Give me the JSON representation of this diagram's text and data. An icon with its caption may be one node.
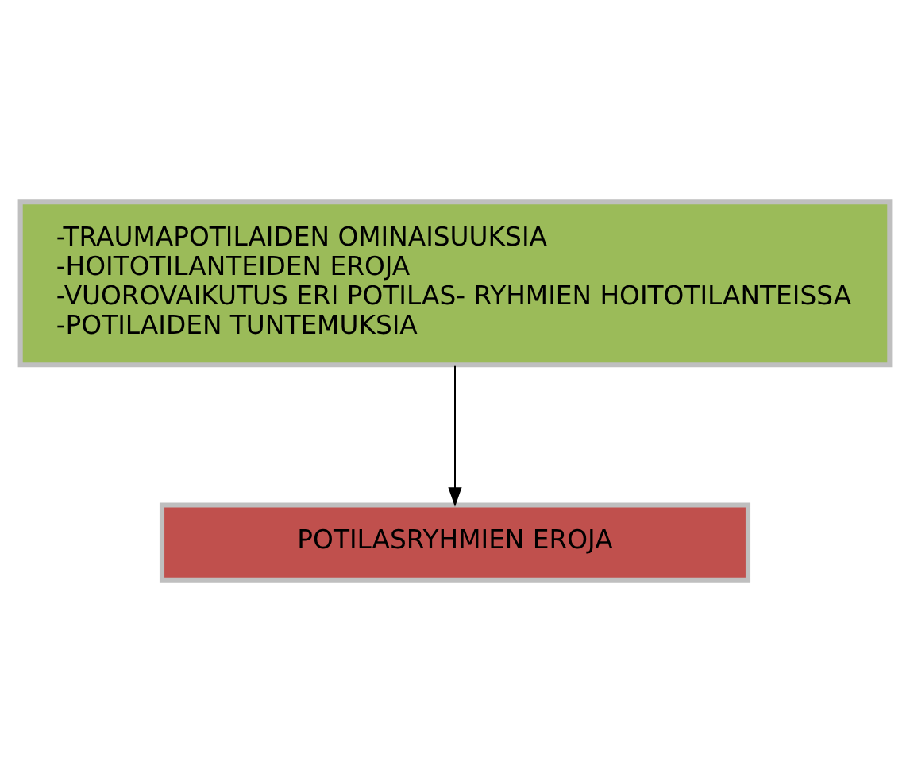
{
  "diagram": {
    "nodes": [
      {
        "text": [
          "-TRAUMAPOTILAIDEN OMINAISUUKSIA",
          "-HOITOTILANTEIDEN EROJA",
          "-VUOROVAIKUTUS ERI POTILAS- RYHMIEN HOITOTILANTEISSA",
          "-POTILAIDEN TUNTEMUKSIA"
        ]
      },
      {
        "text": [
          "POTILASRYHMIEN EROJA"
        ]
      }
    ],
    "edges": [
      {
        "from": 0,
        "to": 1,
        "arrow": "to"
      }
    ]
  }
}
